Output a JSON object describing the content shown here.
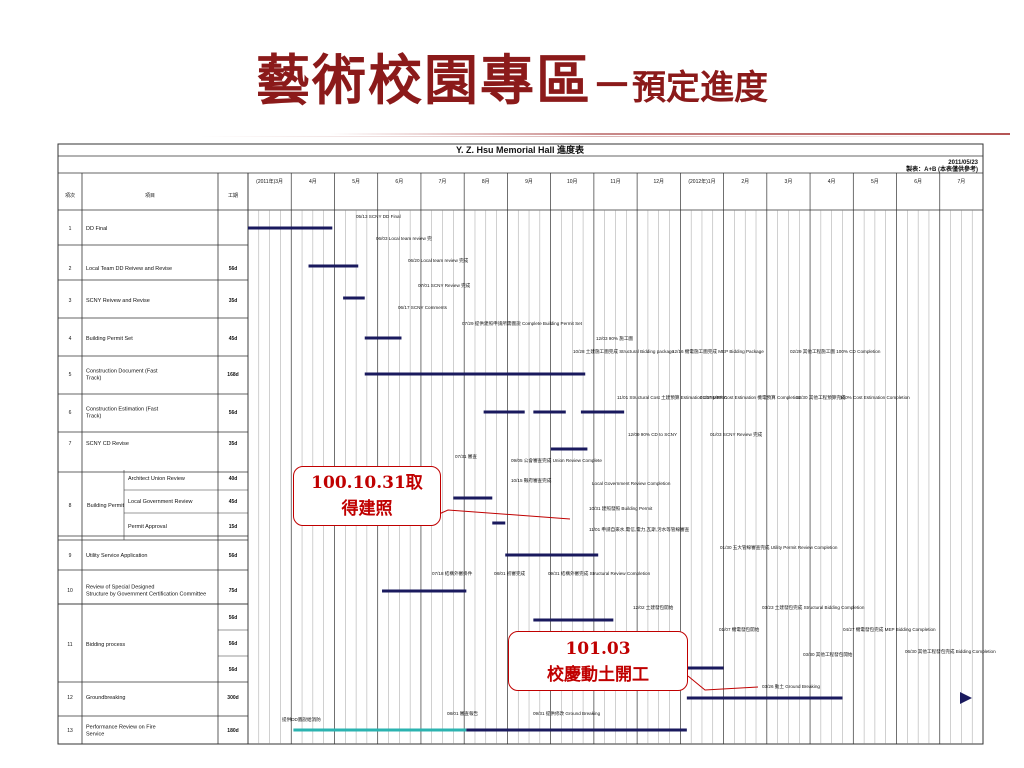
{
  "title": {
    "main": "藝術校園專區",
    "dash": "－",
    "sub": "預定進度"
  },
  "chart_data": {
    "type": "gantt",
    "title": "Y. Z. Hsu Memorial Hall 進度表",
    "date": "2011/05/23",
    "author": "製表：A+B (本表僅供參考)",
    "headers": {
      "no": "項次",
      "item": "項目",
      "duration": "工期"
    },
    "months": [
      "(2011年)3月",
      "4月",
      "5月",
      "6月",
      "7月",
      "8月",
      "9月",
      "10月",
      "11月",
      "12月",
      "(2012年)1月",
      "2月",
      "3月",
      "4月",
      "5月",
      "6月",
      "7月"
    ],
    "rows": [
      {
        "no": "1",
        "item": "DD Final",
        "dur": ""
      },
      {
        "no": "2",
        "item": "Local Team DD Reivew and Revise",
        "dur": "56d"
      },
      {
        "no": "3",
        "item": "SCNY Reivew and Revise",
        "dur": "35d"
      },
      {
        "no": "4",
        "item": "Building Permit Set",
        "dur": "45d"
      },
      {
        "no": "5",
        "item": "Construction Document (Fast Track)",
        "dur": "168d"
      },
      {
        "no": "6",
        "item": "Construction Estimation (Fast Track)",
        "dur": "56d"
      },
      {
        "no": "7",
        "item": "SCNY CD Revise",
        "dur": "35d"
      },
      {
        "no": "8",
        "item": "Building Permit",
        "dur": ""
      },
      {
        "no": "9",
        "item": "Utility Service Application",
        "dur": "56d"
      },
      {
        "no": "10",
        "item": "Review of Special Designed Structure by Government Certification Committee",
        "dur": "75d"
      },
      {
        "no": "11",
        "item": "Bidding process",
        "dur": ""
      },
      {
        "no": "12",
        "item": "Groundbreaking",
        "dur": "300d"
      },
      {
        "no": "13",
        "item": "Performance Review on Fire Service",
        "dur": "180d"
      }
    ],
    "subrows": [
      {
        "item": "Architect Union Review",
        "dur": "40d"
      },
      {
        "item": "Local Government Review",
        "dur": "45d"
      },
      {
        "item": "Permit Approval",
        "dur": "15d"
      }
    ],
    "bidding_durations": [
      "56d",
      "56d",
      "56d"
    ],
    "bars": [
      {
        "row": "1",
        "start": 0.0,
        "end": 3.9
      },
      {
        "row": "2",
        "start": 2.8,
        "end": 5.1
      },
      {
        "row": "3",
        "start": 4.4,
        "end": 5.4
      },
      {
        "row": "4",
        "start": 5.4,
        "end": 7.1
      },
      {
        "row": "5",
        "start": 5.4,
        "end": 15.6
      },
      {
        "row": "6a",
        "start": 10.9,
        "end": 12.8
      },
      {
        "row": "6b",
        "start": 13.2,
        "end": 14.7
      },
      {
        "row": "6c",
        "start": 15.4,
        "end": 17.4
      },
      {
        "row": "7",
        "start": 14.0,
        "end": 15.7
      },
      {
        "row": "8a",
        "start": 7.3,
        "end": 8.8
      },
      {
        "row": "8b",
        "start": 9.5,
        "end": 11.3
      },
      {
        "row": "8c",
        "start": 11.3,
        "end": 11.9
      },
      {
        "row": "9",
        "start": 11.9,
        "end": 16.2
      },
      {
        "row": "10",
        "start": 6.2,
        "end": 10.1
      },
      {
        "row": "11a",
        "start": 13.2,
        "end": 16.9
      },
      {
        "row": "11b",
        "start": 16.9,
        "end": 19.8
      },
      {
        "row": "11c",
        "start": 19.4,
        "end": 22.0
      },
      {
        "row": "12",
        "start": 20.3,
        "end": 27.5
      },
      {
        "row": "13",
        "start": 2.1,
        "end": 10.1,
        "color": "#2bb3b0"
      },
      {
        "row": "13b",
        "start": 10.1,
        "end": 20.3
      }
    ],
    "annotations": [
      "05/13 SCNY DD Final",
      "06/03 Local team review 完",
      "06/20 Local team review 完成",
      "07/01 SCNY Review 完成",
      "06/17 SCNY Comments",
      "07/29 提供建照申請所需圖說 Complete Building Permit Set",
      "12/03 90% 施工圖",
      "10/28 土建施工圖完成 Structural Bidding package",
      "12/16 機電施工圖完成 MEP Bidding Package",
      "02/29 其他工程施工圖 100% CD Completion",
      "11/01 Structural Cost 土建預算 Estimation Completion",
      "01/07 MEP Cost Estimation 機電預算 Completion",
      "03/30 其他工程預算完成",
      "100% Cost Estimation Completion",
      "12/09 90% CD to SCNY",
      "01/03 SCNY Review 完成",
      "07/31 審查",
      "09/05 公會審查完成 Union Review Complete",
      "10/15 縣府審查完成",
      "Local Government Review Completion",
      "10/31 建照發照 Building Permit",
      "11/01 申請自來水,電信,電力,瓦斯,污水等管線審查",
      "01/30 五大管線審查完成 Utility Permit Review Completion",
      "07/18 結構外審掛件",
      "08/01 初審完成",
      "09/31 結構外審完成 Structural Review Completion",
      "12/02 土建發包開始",
      "03/23 土建發包完成 Structural Bidding Completion",
      "01/07 機電發包開始",
      "04/27 機電發包完成 MEP Bidding Completion",
      "03/30 其他工程發包開始",
      "06/30 其他工程發包完成 Bidding Completion",
      "03/26 動土 Ground Breaking",
      "提供DD圖說給消防",
      "08/01 審查報告",
      "09/31 提供修改 Ground Breaking"
    ]
  },
  "callouts": [
    {
      "line1": "100.10.31取",
      "line2": "得建照"
    },
    {
      "line1": "101.03",
      "line2": "校慶動土開工"
    }
  ]
}
